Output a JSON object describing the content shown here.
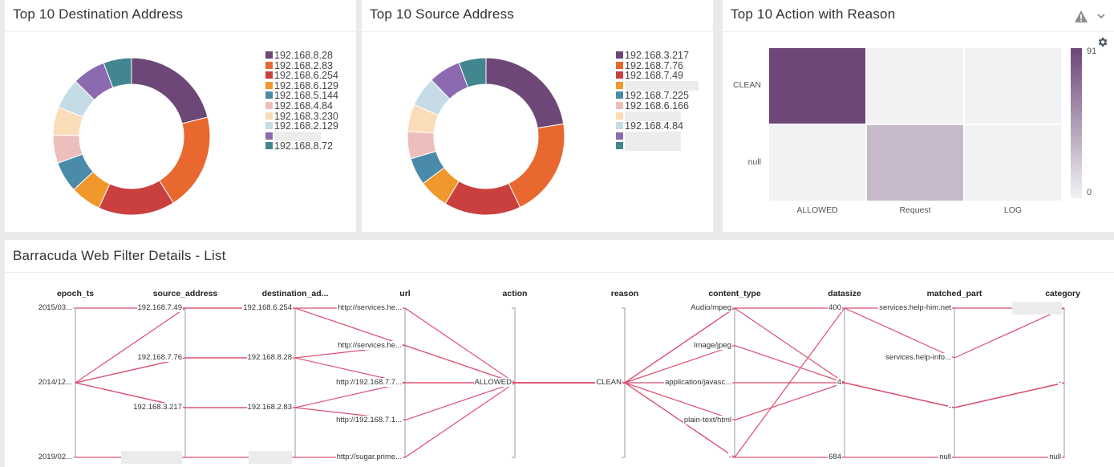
{
  "panels": {
    "dest": {
      "title": "Top 10 Destination Address",
      "legend": [
        "192.168.8.28",
        "192.168.2.83",
        "192.168.6.254",
        "192.168.6.129",
        "192.168.5.144",
        "192.168.4.84",
        "192.168.3.230",
        "192.168.2.129",
        "",
        "192.168.8.72"
      ]
    },
    "source": {
      "title": "Top 10 Source Address",
      "legend": [
        "192.168.3.217",
        "192.168.7.76",
        "192.168.7.49",
        "",
        "192.168.7.225",
        "192.168.6.166",
        "",
        "192.168.4.84",
        "",
        ""
      ]
    },
    "action": {
      "title": "Top 10 Action with Reason",
      "warning_icon": "warning-icon",
      "menu_icon": "chevron-down-icon",
      "settings_icon": "gear-icon"
    },
    "list": {
      "title": "Barracuda Web Filter Details - List"
    }
  },
  "colors": {
    "palette": [
      "#6d4777",
      "#e8682f",
      "#c9403f",
      "#f0982c",
      "#4a8ba9",
      "#ecbfbd",
      "#fbdcb8",
      "#c5dce6",
      "#8b6ab0",
      "#42868f"
    ],
    "line": "#dc4f6f",
    "heat_high": "#6d4777",
    "heat_mid": "#d3c2d8",
    "heat_low": "#f2f2f4"
  },
  "chart_data": [
    {
      "type": "pie",
      "title": "Top 10 Destination Address",
      "donut": true,
      "categories": [
        "192.168.8.28",
        "192.168.2.83",
        "192.168.6.254",
        "192.168.6.129",
        "192.168.5.144",
        "192.168.4.84",
        "192.168.3.230",
        "192.168.2.129",
        "",
        "192.168.8.72"
      ],
      "values": [
        20,
        19,
        15,
        6,
        6,
        5.5,
        5.5,
        6,
        6.5,
        5.5
      ]
    },
    {
      "type": "pie",
      "title": "Top 10 Source Address",
      "donut": true,
      "categories": [
        "192.168.3.217",
        "192.168.7.76",
        "192.168.7.49",
        "",
        "192.168.7.225",
        "192.168.6.166",
        "",
        "192.168.4.84",
        "",
        ""
      ],
      "values": [
        22,
        20,
        15.5,
        6,
        5.5,
        5.5,
        5.5,
        6,
        6.5,
        5.5
      ]
    },
    {
      "type": "heatmap",
      "title": "Top 10 Action with Reason",
      "x": [
        "ALLOWED",
        "Request",
        "LOG"
      ],
      "y": [
        "CLEAN",
        "null"
      ],
      "values": [
        [
          91,
          0,
          0
        ],
        [
          0,
          30,
          0
        ]
      ],
      "scale": {
        "min": "0",
        "max": "91"
      }
    },
    {
      "type": "parallel",
      "title": "Barracuda Web Filter Details - List",
      "axes": [
        {
          "name": "epoch_ts",
          "ticks": [
            "2015/03...",
            "2014/12...",
            "2019/02..."
          ]
        },
        {
          "name": "source_address",
          "ticks": [
            "192.168.7.49",
            "192.168.7.76",
            "192.168.3.217",
            ""
          ]
        },
        {
          "name": "destination_ad...",
          "ticks": [
            "192.168.6.254",
            "192.168.8.28",
            "192.168.2.83",
            ""
          ]
        },
        {
          "name": "url",
          "ticks": [
            "http://services.he...",
            "http://services.he...",
            "http://192.168.7.7...",
            "http://192.168.7.1...",
            "http://sugar.prime..."
          ]
        },
        {
          "name": "action",
          "ticks": [
            "ALLOWED"
          ]
        },
        {
          "name": "reason",
          "ticks": [
            "CLEAN"
          ]
        },
        {
          "name": "content_type",
          "ticks": [
            "Audio/mpeg",
            "Image/jpeg",
            "application/javasc...",
            "plain-text/html",
            "-"
          ]
        },
        {
          "name": "datasize",
          "ticks": [
            "400",
            "4",
            "684"
          ]
        },
        {
          "name": "matched_part",
          "ticks": [
            "services.help-him.net",
            "services.help-info...",
            "-",
            "null"
          ]
        },
        {
          "name": "category",
          "ticks": [
            "",
            "-",
            "null"
          ]
        }
      ],
      "records": [
        [
          0,
          0,
          0,
          0,
          0,
          0,
          0,
          0,
          0,
          0
        ],
        [
          1,
          1,
          1,
          2,
          0,
          0,
          2,
          1,
          2,
          1
        ],
        [
          1,
          2,
          2,
          3,
          0,
          0,
          3,
          1,
          2,
          1
        ],
        [
          1,
          0,
          0,
          1,
          0,
          0,
          1,
          1,
          2,
          1
        ],
        [
          2,
          3,
          3,
          4,
          0,
          0,
          4,
          0,
          1,
          0
        ],
        [
          1,
          1,
          1,
          1,
          0,
          0,
          0,
          1,
          2,
          1
        ],
        [
          1,
          2,
          2,
          2,
          0,
          0,
          4,
          2,
          3,
          2
        ]
      ]
    }
  ]
}
